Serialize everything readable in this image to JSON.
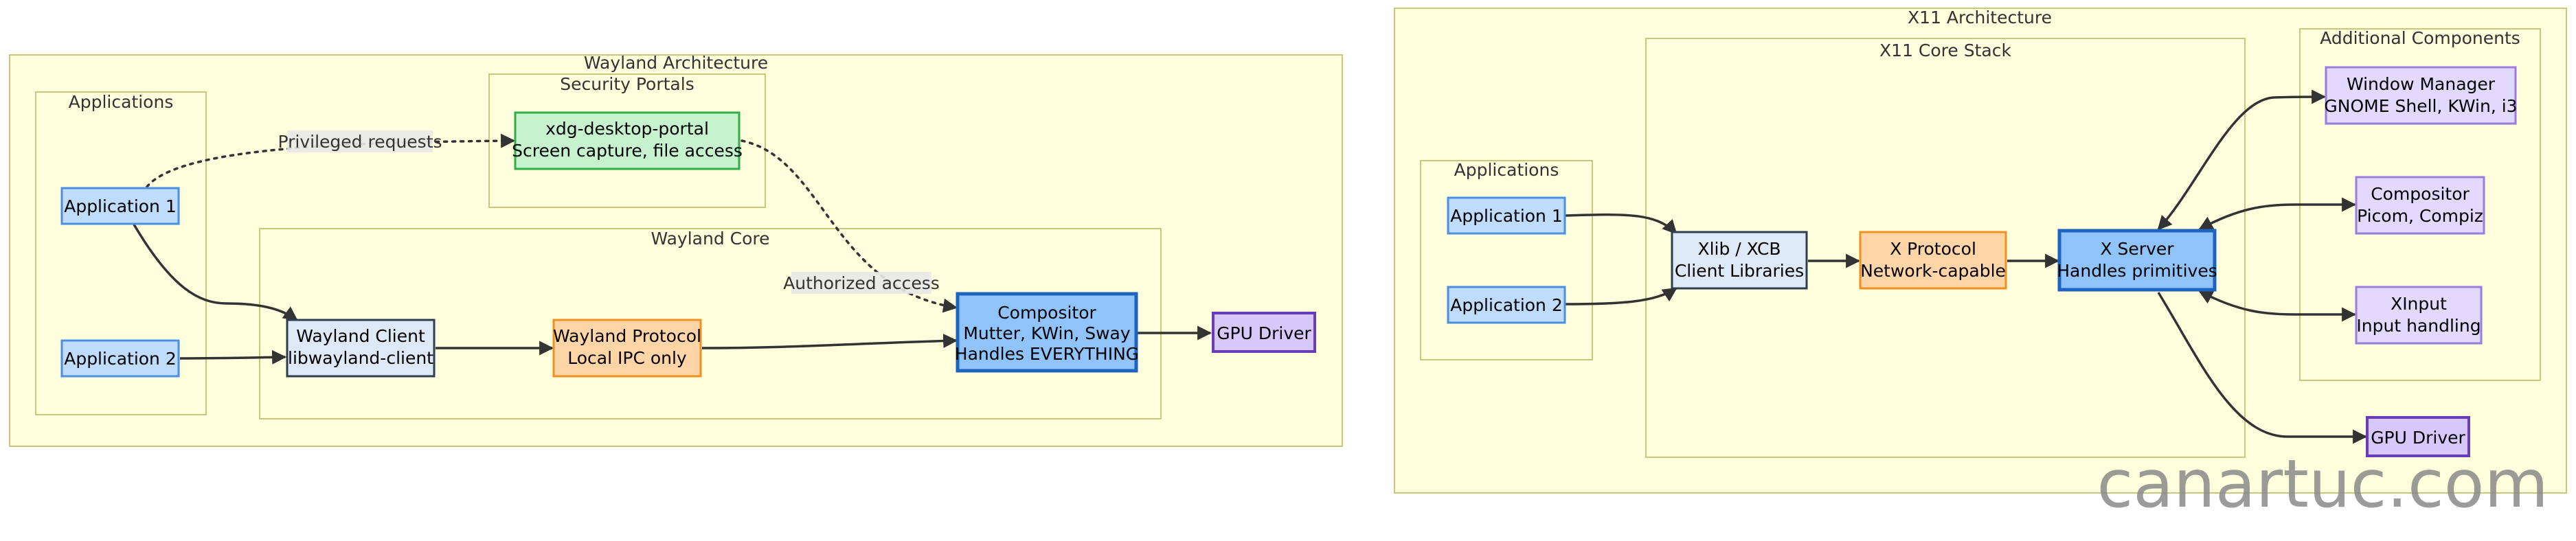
{
  "colors": {
    "app": {
      "fill": "#bfdcfc",
      "stroke": "#4a8fe0"
    },
    "client": {
      "fill": "#dde9f7",
      "stroke": "#2c3e50"
    },
    "protocol": {
      "fill": "#ffd5a8",
      "stroke": "#f0901e"
    },
    "server": {
      "fill": "#8fc3fa",
      "stroke": "#1d63c0"
    },
    "gpu": {
      "fill": "#d6c8fb",
      "stroke": "#6a3db8"
    },
    "portal": {
      "fill": "#c6f2ce",
      "stroke": "#2fae48"
    },
    "extra": {
      "fill": "#e3d8fd",
      "stroke": "#9a7be0"
    }
  },
  "wayland": {
    "title": "Wayland Architecture",
    "applications": {
      "title": "Applications",
      "app1": "Application 1",
      "app2": "Application 2"
    },
    "portals": {
      "title": "Security Portals",
      "portal": [
        "xdg-desktop-portal",
        "Screen capture, file access"
      ]
    },
    "core": {
      "title": "Wayland Core",
      "client": [
        "Wayland Client",
        "libwayland-client"
      ],
      "protocol": [
        "Wayland Protocol",
        "Local IPC only"
      ],
      "compositor": [
        "Compositor",
        "Mutter, KWin, Sway",
        "Handles EVERYTHING"
      ]
    },
    "gpu": "GPU Driver",
    "edge_labels": {
      "privileged": "Privileged requests",
      "authorized": "Authorized access"
    }
  },
  "x11": {
    "title": "X11 Architecture",
    "applications": {
      "title": "Applications",
      "app1": "Application 1",
      "app2": "Application 2"
    },
    "core": {
      "title": "X11 Core Stack",
      "xlib": [
        "Xlib / XCB",
        "Client Libraries"
      ],
      "protocol": [
        "X Protocol",
        "Network-capable"
      ],
      "server": [
        "X Server",
        "Handles primitives"
      ]
    },
    "additional": {
      "title": "Additional Components",
      "wm": [
        "Window Manager",
        "GNOME Shell, KWin, i3"
      ],
      "compositor": [
        "Compositor",
        "Picom, Compiz"
      ],
      "xinput": [
        "XInput",
        "Input handling"
      ]
    },
    "gpu": "GPU Driver"
  },
  "watermark": "canartuc.com"
}
